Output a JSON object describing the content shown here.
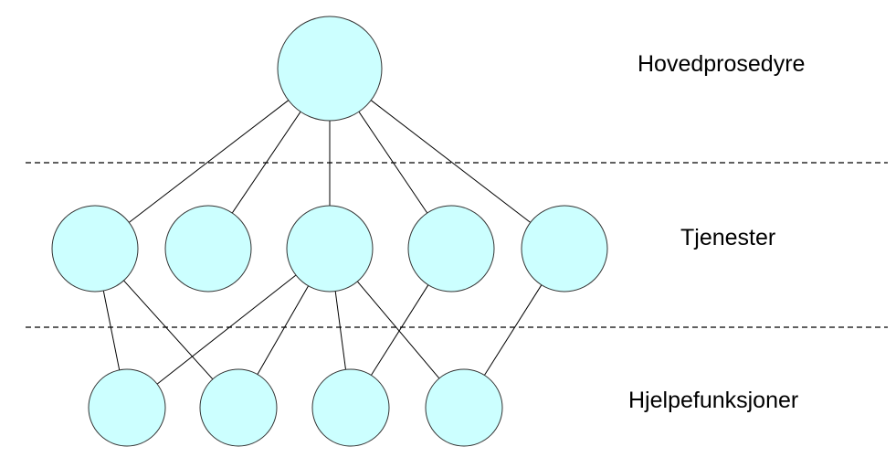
{
  "layers": [
    {
      "id": "main",
      "label": "Hovedprosedyre",
      "node_count": 1
    },
    {
      "id": "services",
      "label": "Tjenester",
      "node_count": 5
    },
    {
      "id": "helpers",
      "label": "Hjelpefunksjoner",
      "node_count": 4
    }
  ],
  "edges": [
    [
      "main.0",
      "services.0"
    ],
    [
      "main.0",
      "services.1"
    ],
    [
      "main.0",
      "services.2"
    ],
    [
      "main.0",
      "services.3"
    ],
    [
      "main.0",
      "services.4"
    ],
    [
      "services.0",
      "helpers.0"
    ],
    [
      "services.0",
      "helpers.1"
    ],
    [
      "services.2",
      "helpers.0"
    ],
    [
      "services.2",
      "helpers.1"
    ],
    [
      "services.2",
      "helpers.2"
    ],
    [
      "services.2",
      "helpers.3"
    ],
    [
      "services.3",
      "helpers.2"
    ],
    [
      "services.4",
      "helpers.3"
    ]
  ],
  "colors": {
    "node_fill": "#ccffff",
    "node_stroke": "#333333",
    "edge": "#000000",
    "separator": "#000000",
    "background": "#ffffff"
  }
}
